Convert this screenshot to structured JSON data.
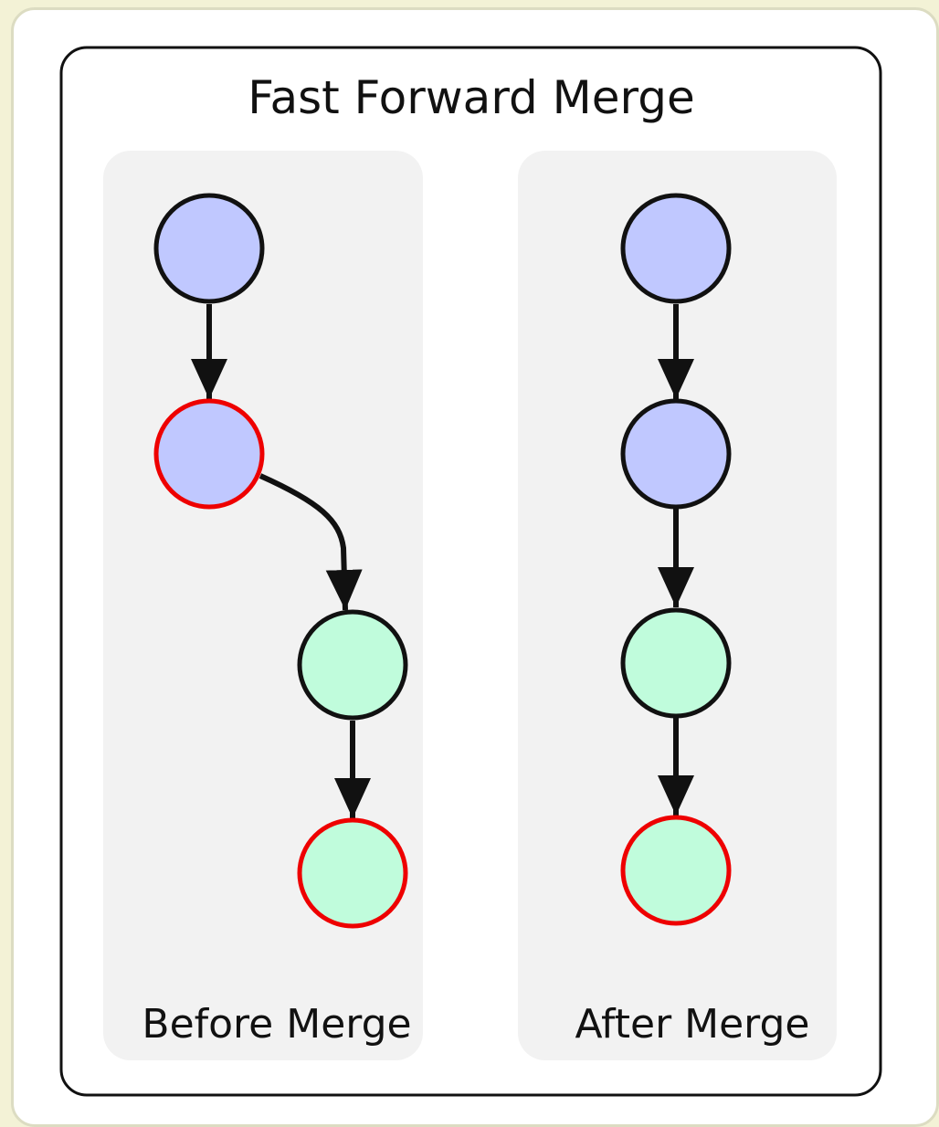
{
  "title": "Fast Forward Merge",
  "panels": [
    {
      "label": "Before Merge",
      "nodes": [
        {
          "fill": "#c0c8ff",
          "highlight": false
        },
        {
          "fill": "#c0c8ff",
          "highlight": true
        },
        {
          "fill": "#c0fcdc",
          "highlight": false
        },
        {
          "fill": "#c0fcdc",
          "highlight": true
        }
      ]
    },
    {
      "label": "After Merge",
      "nodes": [
        {
          "fill": "#c0c8ff",
          "highlight": false
        },
        {
          "fill": "#c0c8ff",
          "highlight": false
        },
        {
          "fill": "#c0fcdc",
          "highlight": false
        },
        {
          "fill": "#c0fcdc",
          "highlight": true
        }
      ]
    }
  ],
  "colors": {
    "outline": "#111111",
    "highlight": "#ee0000",
    "panel_bg": "#f2f2f2"
  }
}
